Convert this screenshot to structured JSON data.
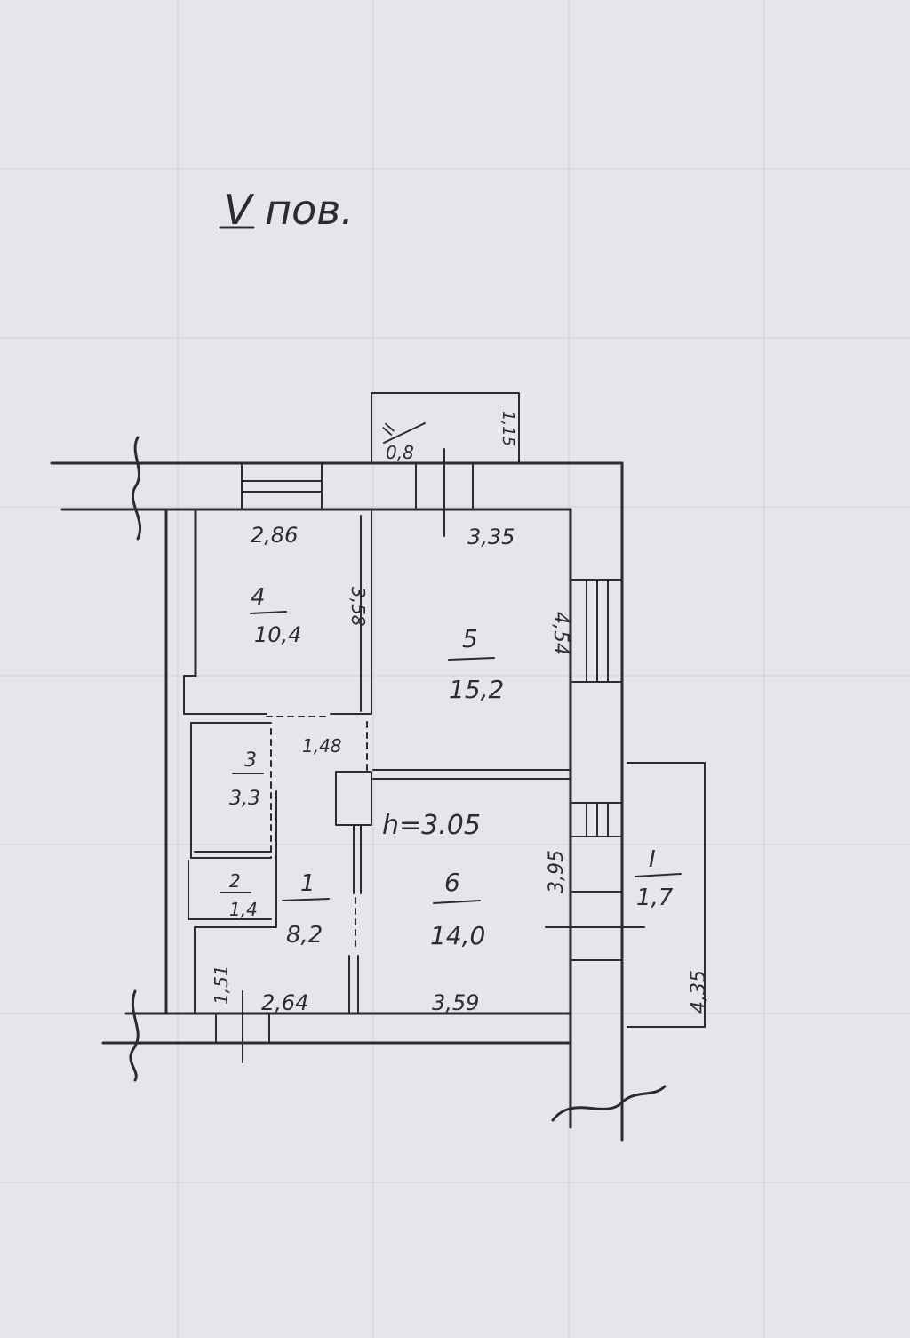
{
  "header": {
    "floor_label": "V пов."
  },
  "rooms": {
    "r1": {
      "number": "1",
      "area": "8,2"
    },
    "r2": {
      "number": "2",
      "area": "1,4"
    },
    "r3": {
      "number": "3",
      "area": "3,3"
    },
    "r4": {
      "number": "4",
      "area": "10,4"
    },
    "r5": {
      "number": "5",
      "area": "15,2"
    },
    "r6": {
      "number": "6",
      "area": "14,0"
    },
    "balcony_I": {
      "number": "I",
      "area": "1,7"
    },
    "balcony_II": {
      "number": "II",
      "area": "0,8"
    }
  },
  "dimensions": {
    "d_286": "2,86",
    "d_335": "3,35",
    "d_358": "3,58",
    "d_454": "4,54",
    "d_148": "1,48",
    "d_395": "3,95",
    "d_435": "4,35",
    "d_151": "1,51",
    "d_264": "2,64",
    "d_359": "3,59",
    "d_115": "1,15"
  },
  "ceiling_height": "h=3.05",
  "colors": {
    "ink": "#2b2b33",
    "paper": "#e6e6ea",
    "grid": "#cfcfd6"
  }
}
